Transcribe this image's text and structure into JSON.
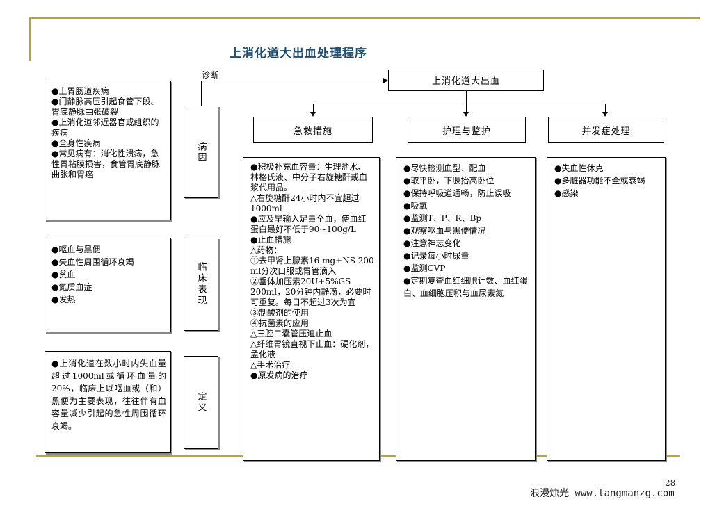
{
  "title": "上消化道大出血处理程序",
  "diagnosis_label": "诊断",
  "top_box": "上消化道大出血",
  "columns": {
    "rescue": {
      "header": "急救措施",
      "items": [
        "●积极补充血容量：生理盐水、林格氏液、中分子右旋糖酐或血浆代用品。",
        "△右旋糖酐24小时内不宜超过1000ml",
        "●应及早输入足量全血，使血红蛋白最好不低于90~100g/L",
        "●止血措施",
        "△药物：",
        "①去甲肾上腺素16 mg+NS 200 ml分次口服或胃管滴入",
        "②垂体加压素20U+5%GS 200ml，20分钟内静滴，必要时可重复。每日不超过3次为宜",
        "③制酸剂的使用",
        "④抗菌素的应用",
        "△三腔二囊管压迫止血",
        "△纤维胃镜直视下止血：硬化剂，孟化液",
        "△手术治疗",
        "●原发病的治疗"
      ]
    },
    "care": {
      "header": "护理与监护",
      "items": [
        "●尽快检测血型、配血",
        "●取平卧，下肢抬高卧位",
        "●保持呼吸道通畅，防止误吸",
        "●吸氧",
        "●监测T、P、R、Bp",
        "●观察呕血与黑便情况",
        "●注意神志变化",
        "●记录每小时尿量",
        "●监测CVP",
        "●定期复查血红细胞计数、血红蛋白、血细胞压积与血尿素氮"
      ]
    },
    "complication": {
      "header": "并发症处理",
      "items": [
        "●失血性休克",
        "●多脏器功能不全或衰竭",
        "●感染"
      ]
    }
  },
  "left": {
    "cause": {
      "label": "病因",
      "items": [
        "●上胃肠道疾病",
        "●门静脉高压引起食管下段、胃底静脉曲张破裂",
        "●上消化道邻近器官或组织的疾病",
        "●全身性疾病",
        "●常见病有：消化性溃疡，急性胃粘膜损害，食管胃底静脉曲张和胃癌"
      ]
    },
    "clinical": {
      "label": "临床表现",
      "items": [
        "●呕血与黑便",
        "●失血性周围循环衰竭",
        "●贫血",
        "●氮质血症",
        "●发热"
      ]
    },
    "definition": {
      "label": "定义",
      "items": [
        "●上消化道在数小时内失血量超过1000ml或循环血量的20%，临床上以呕血或（和）黑便为主要表现，往往伴有血容量减少引起的急性周围循环衰竭。"
      ]
    }
  },
  "page_number": "28",
  "footer": "浪漫烛光 www.langmanzg.com"
}
